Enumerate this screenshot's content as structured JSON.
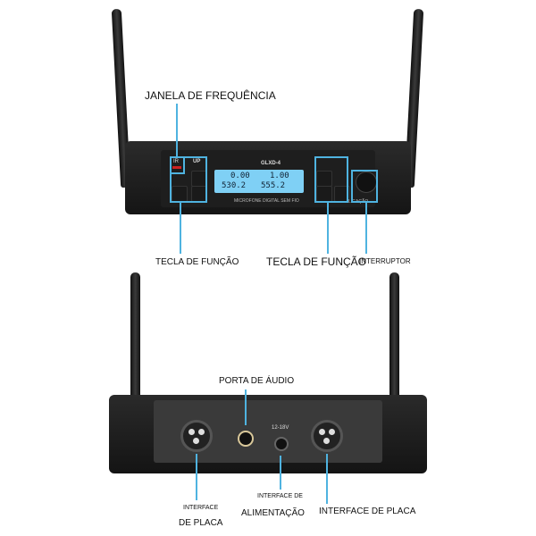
{
  "callouts": {
    "freq_window": "JANELA DE FREQUÊNCIA",
    "func_key_left": "TECLA DE FUNÇÃO",
    "func_key_right": "TECLA DE FUNÇÃO",
    "power_switch": "INTERRUPTOR",
    "audio_port": "PORTA DE ÁUDIO",
    "power_interface_1": "INTERFACE DE",
    "power_interface_2": "ALIMENTAÇÃO",
    "board_left_1": "INTERFACE",
    "board_left_2": "DE PLACA",
    "board_right": "INTERFACE DE PLACA"
  },
  "front": {
    "ir": "IR",
    "up": "UP",
    "model": "GLXD-4",
    "ch_a": "0.00",
    "ch_b": "1.00",
    "freq_a": "530.2",
    "freq_b": "555.2",
    "subtitle": "MICROFONE DIGITAL SEM FIO",
    "ligacao": "LIGAÇÃO"
  },
  "back": {
    "dc": "12-18V"
  },
  "colors": {
    "accent": "#4fb3e0",
    "lcd": "#7fd0f5"
  }
}
